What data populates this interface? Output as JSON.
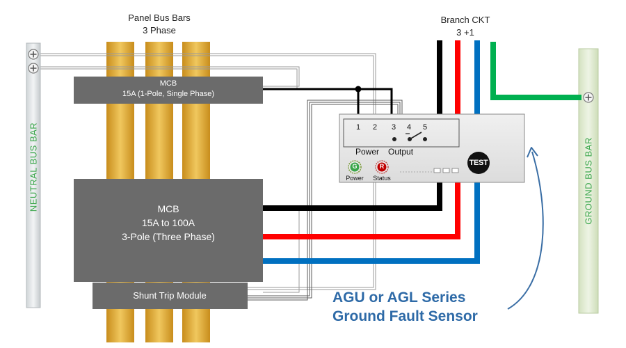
{
  "title": {
    "panel_bus_bars_line1": "Panel Bus Bars",
    "panel_bus_bars_line2": "3 Phase",
    "branch_ckt_line1": "Branch CKT",
    "branch_ckt_line2": "3 +1"
  },
  "neutral_bus_bar": {
    "label": "NEUTRAL BUS BAR",
    "color": "#3aa64a"
  },
  "ground_bus_bar": {
    "label": "GROUND BUS BAR",
    "color": "#3aa64a"
  },
  "mcb_single": {
    "line1": "MCB",
    "line2": "15A (1-Pole, Single Phase)"
  },
  "mcb_three": {
    "line1": "MCB",
    "line2": "15A to 100A",
    "line3": "3-Pole (Three Phase)"
  },
  "shunt_trip": {
    "label": "Shunt Trip Module"
  },
  "sensor": {
    "terminals": [
      "1",
      "2",
      "3",
      "4",
      "5"
    ],
    "power_label": "Power",
    "output_label": "Output",
    "led_green_letter": "G",
    "led_green_caption": "Power",
    "led_red_letter": "R",
    "led_red_caption": "Status",
    "test_button": "TEST"
  },
  "caption": {
    "line1": "AGU or AGL Series",
    "line2": "Ground Fault Sensor",
    "color": "#2e6aa7"
  },
  "colors": {
    "bus_bar_gold": "#d9a536",
    "mcb_gray": "#6b6b6b",
    "wire_black": "#000000",
    "wire_red": "#ff0000",
    "wire_blue": "#0070c0",
    "wire_green": "#00b050",
    "sensor_gray": "#e6e6e6",
    "bar_green_fill": "#e8f0dc"
  }
}
